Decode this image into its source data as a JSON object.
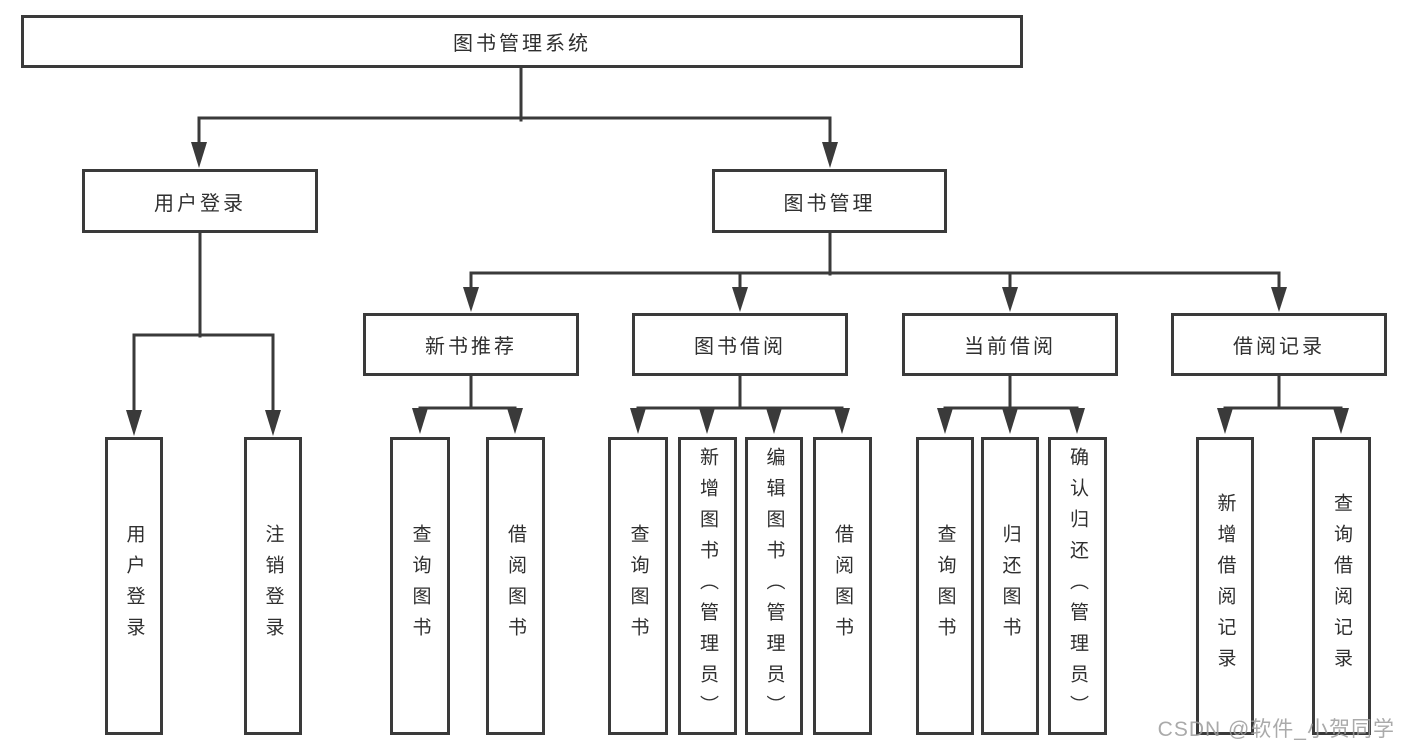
{
  "title": "图书管理系统",
  "colors": {
    "line": "#3a3a3a",
    "text": "#2f2f2f",
    "box_fill": "#ffffff",
    "background": "#ffffff",
    "watermark": "#9c9c9c"
  },
  "tree": {
    "label": "图书管理系统",
    "children": [
      {
        "label": "用户登录",
        "children": [
          {
            "label": "用户登录"
          },
          {
            "label": "注销登录"
          }
        ]
      },
      {
        "label": "图书管理",
        "children": [
          {
            "label": "新书推荐",
            "children": [
              {
                "label": "查询图书"
              },
              {
                "label": "借阅图书"
              }
            ]
          },
          {
            "label": "图书借阅",
            "children": [
              {
                "label": "查询图书"
              },
              {
                "label": "新增图书（管理员）"
              },
              {
                "label": "编辑图书（管理员）"
              },
              {
                "label": "借阅图书"
              }
            ]
          },
          {
            "label": "当前借阅",
            "children": [
              {
                "label": "查询图书"
              },
              {
                "label": "归还图书"
              },
              {
                "label": "确认归还（管理员）"
              }
            ]
          },
          {
            "label": "借阅记录",
            "children": [
              {
                "label": "新增借阅记录"
              },
              {
                "label": "查询借阅记录"
              }
            ]
          }
        ]
      }
    ]
  },
  "watermark": {
    "text": "CSDN @软件_小贺同学"
  }
}
